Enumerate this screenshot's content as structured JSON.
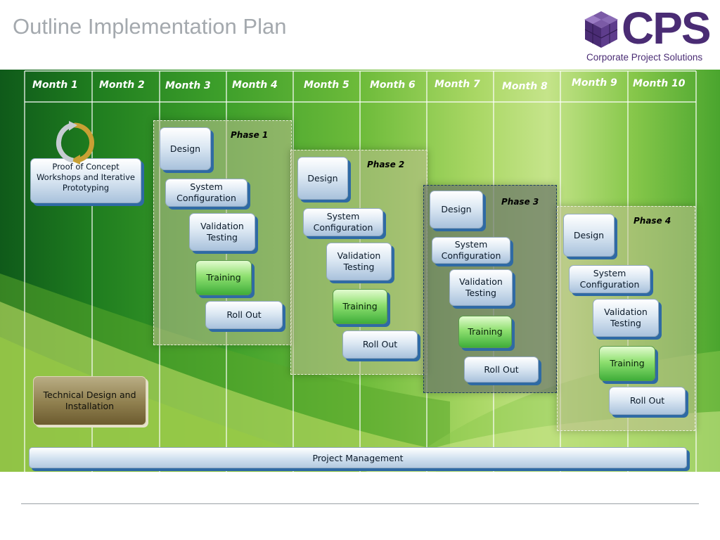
{
  "slide": {
    "title": "Outline Implementation Plan"
  },
  "logo": {
    "word": "CPS",
    "tagline": "Corporate Project Solutions",
    "color": "#4a2c74"
  },
  "months": [
    "Month 1",
    "Month 2",
    "Month 3",
    "Month 4",
    "Month 5",
    "Month 6",
    "Month 7",
    "Month 8",
    "Month 9",
    "Month 10"
  ],
  "phases": [
    {
      "label": "Phase 1",
      "tasks": [
        "Design",
        "System Configuration",
        "Validation Testing",
        "Training",
        "Roll Out"
      ]
    },
    {
      "label": "Phase 2",
      "tasks": [
        "Design",
        "System Configuration",
        "Validation Testing",
        "Training",
        "Roll Out"
      ]
    },
    {
      "label": "Phase 3",
      "tasks": [
        "Design",
        "System Configuration",
        "Validation Testing",
        "Training",
        "Roll Out"
      ]
    },
    {
      "label": "Phase 4",
      "tasks": [
        "Design",
        "System Configuration",
        "Validation Testing",
        "Training",
        "Roll Out"
      ]
    }
  ],
  "proof_of_concept": "Proof of Concept Workshops and Iterative Prototyping",
  "technical_design": "Technical Design and Installation",
  "project_management": "Project Management",
  "colors": {
    "title_gray": "#a4a9ae",
    "box_shadow_blue": "#2f6aa4",
    "training_green": "#3fae3a",
    "phase3_border": "#1d3e63"
  },
  "icons": {
    "cycle": "cycle-arrows-icon",
    "logo": "cube-logo-icon"
  }
}
